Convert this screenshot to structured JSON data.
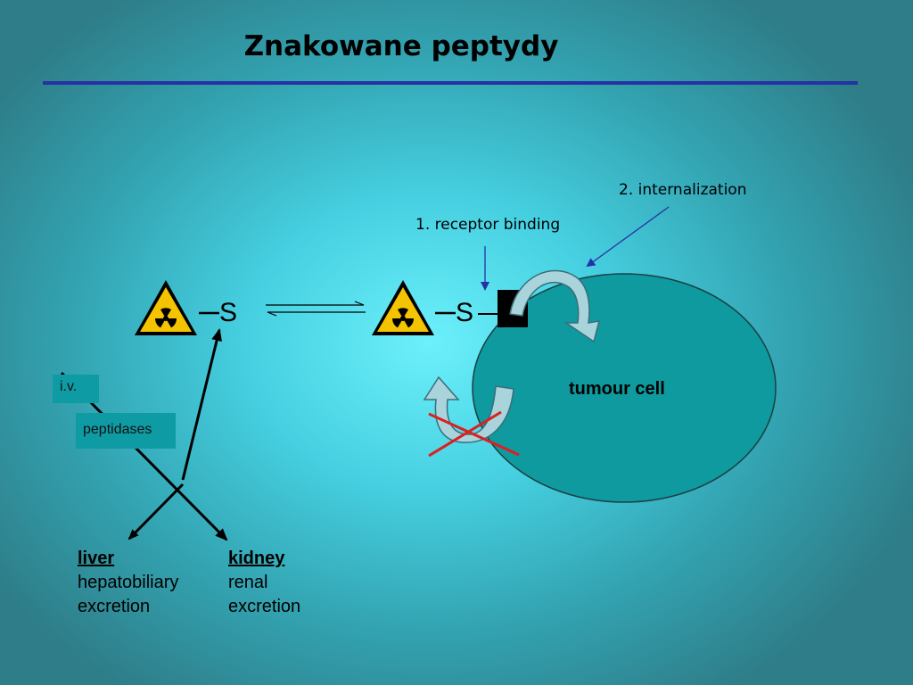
{
  "title": "Znakowane peptydy",
  "labels": {
    "internalization": "2. internalization",
    "receptor_binding": "1. receptor binding",
    "tumour_cell": "tumour cell",
    "iv": "i.v.",
    "peptidases": "peptidases",
    "peptide_symbol": "S"
  },
  "organs": {
    "liver": {
      "name": "liver",
      "line1": "hepatobiliary",
      "line2": "excretion"
    },
    "kidney": {
      "name": "kidney",
      "line1": "renal",
      "line2": "excretion"
    }
  },
  "colors": {
    "title_rule": "#2631a3",
    "tumour_cell": "#0e9a9e",
    "arrow_fill": "#a9d4dc",
    "cross": "#dd1f1f",
    "hazard_yellow": "#f5c400",
    "receptor": "#000000"
  },
  "icons": [
    "radiation-hazard-icon",
    "equilibrium-arrows-icon",
    "receptor-icon",
    "internalization-arrow-icon",
    "recycling-arrow-icon",
    "cross-mark-icon"
  ]
}
